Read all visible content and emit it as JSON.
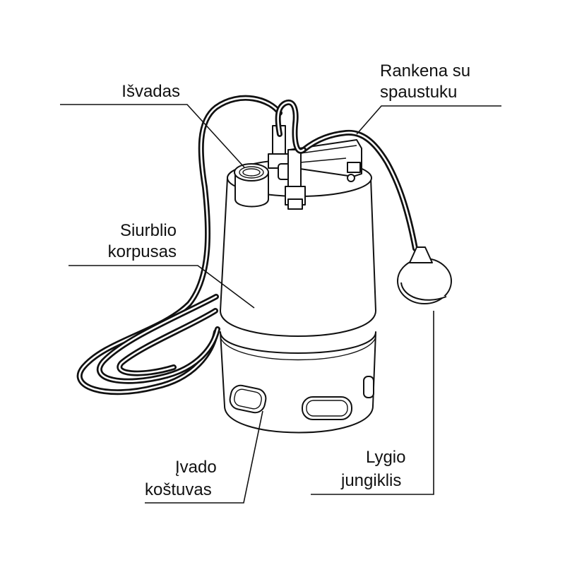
{
  "labels": {
    "outlet": "Išvadas",
    "handle_line1": "Rankena su",
    "handle_line2": "spaustuku",
    "housing_line1": "Siurblio",
    "housing_line2": "korpusas",
    "inlet_line1": "Įvado",
    "inlet_line2": "koštuvas",
    "float_line1": "Lygio",
    "float_line2": "jungiklis"
  },
  "icons": {
    "pump": "submersible-pump-illustration",
    "cable": "power-cable",
    "float": "float-switch"
  },
  "colors": {
    "line": "#111111",
    "background": "#ffffff"
  }
}
